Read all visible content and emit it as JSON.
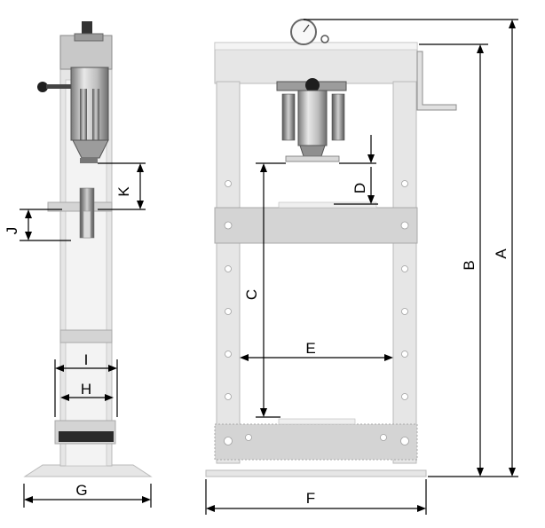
{
  "dimensions": {
    "A": "A",
    "B": "B",
    "C": "C",
    "D": "D",
    "E": "E",
    "F": "F",
    "G": "G",
    "H": "H",
    "I": "I",
    "J": "J",
    "K": "K"
  },
  "colors": {
    "frame": "#e6e6e6",
    "frame_edge": "#b9b9b9",
    "metal": "#c8c8c8",
    "dimension_line": "#000000"
  }
}
